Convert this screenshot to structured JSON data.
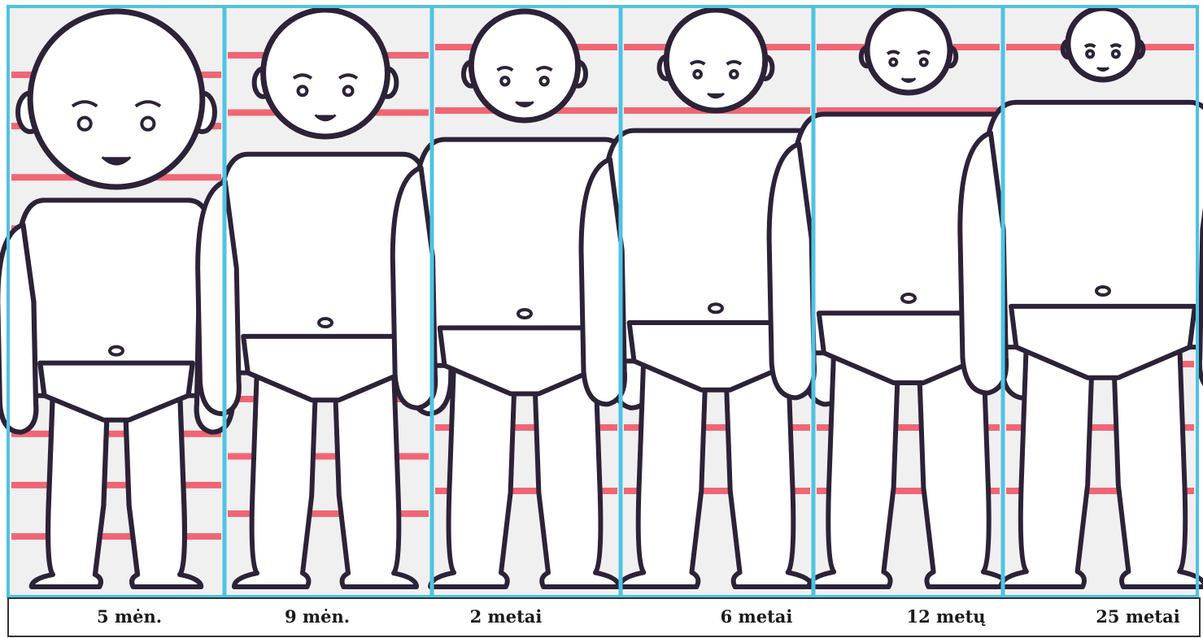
{
  "figure": {
    "colors": {
      "frame": "#4fc3e3",
      "panel": "#f1f0f0",
      "stripe": "#f04e5f",
      "outline": "#2d2238",
      "fill": "#ffffff",
      "caption_text": "#1b1b1b"
    },
    "panels": [
      {
        "id": "p1",
        "label": "5 mėn.",
        "stripe_count": 10,
        "icon": "infant-5-months-figure"
      },
      {
        "id": "p2",
        "label": "9 mėn.",
        "stripe_count": 9,
        "icon": "infant-9-months-figure"
      },
      {
        "id": "p3",
        "label": "2 metai",
        "stripe_count": 8,
        "icon": "toddler-2-years-figure"
      },
      {
        "id": "p4",
        "label": "6 metai",
        "stripe_count": 8,
        "icon": "child-6-years-figure"
      },
      {
        "id": "p5",
        "label": "12 metų",
        "stripe_count": 8,
        "icon": "child-12-years-figure"
      },
      {
        "id": "p6",
        "label": "25 metai",
        "stripe_count": 8,
        "icon": "adult-25-years-figure"
      }
    ]
  }
}
